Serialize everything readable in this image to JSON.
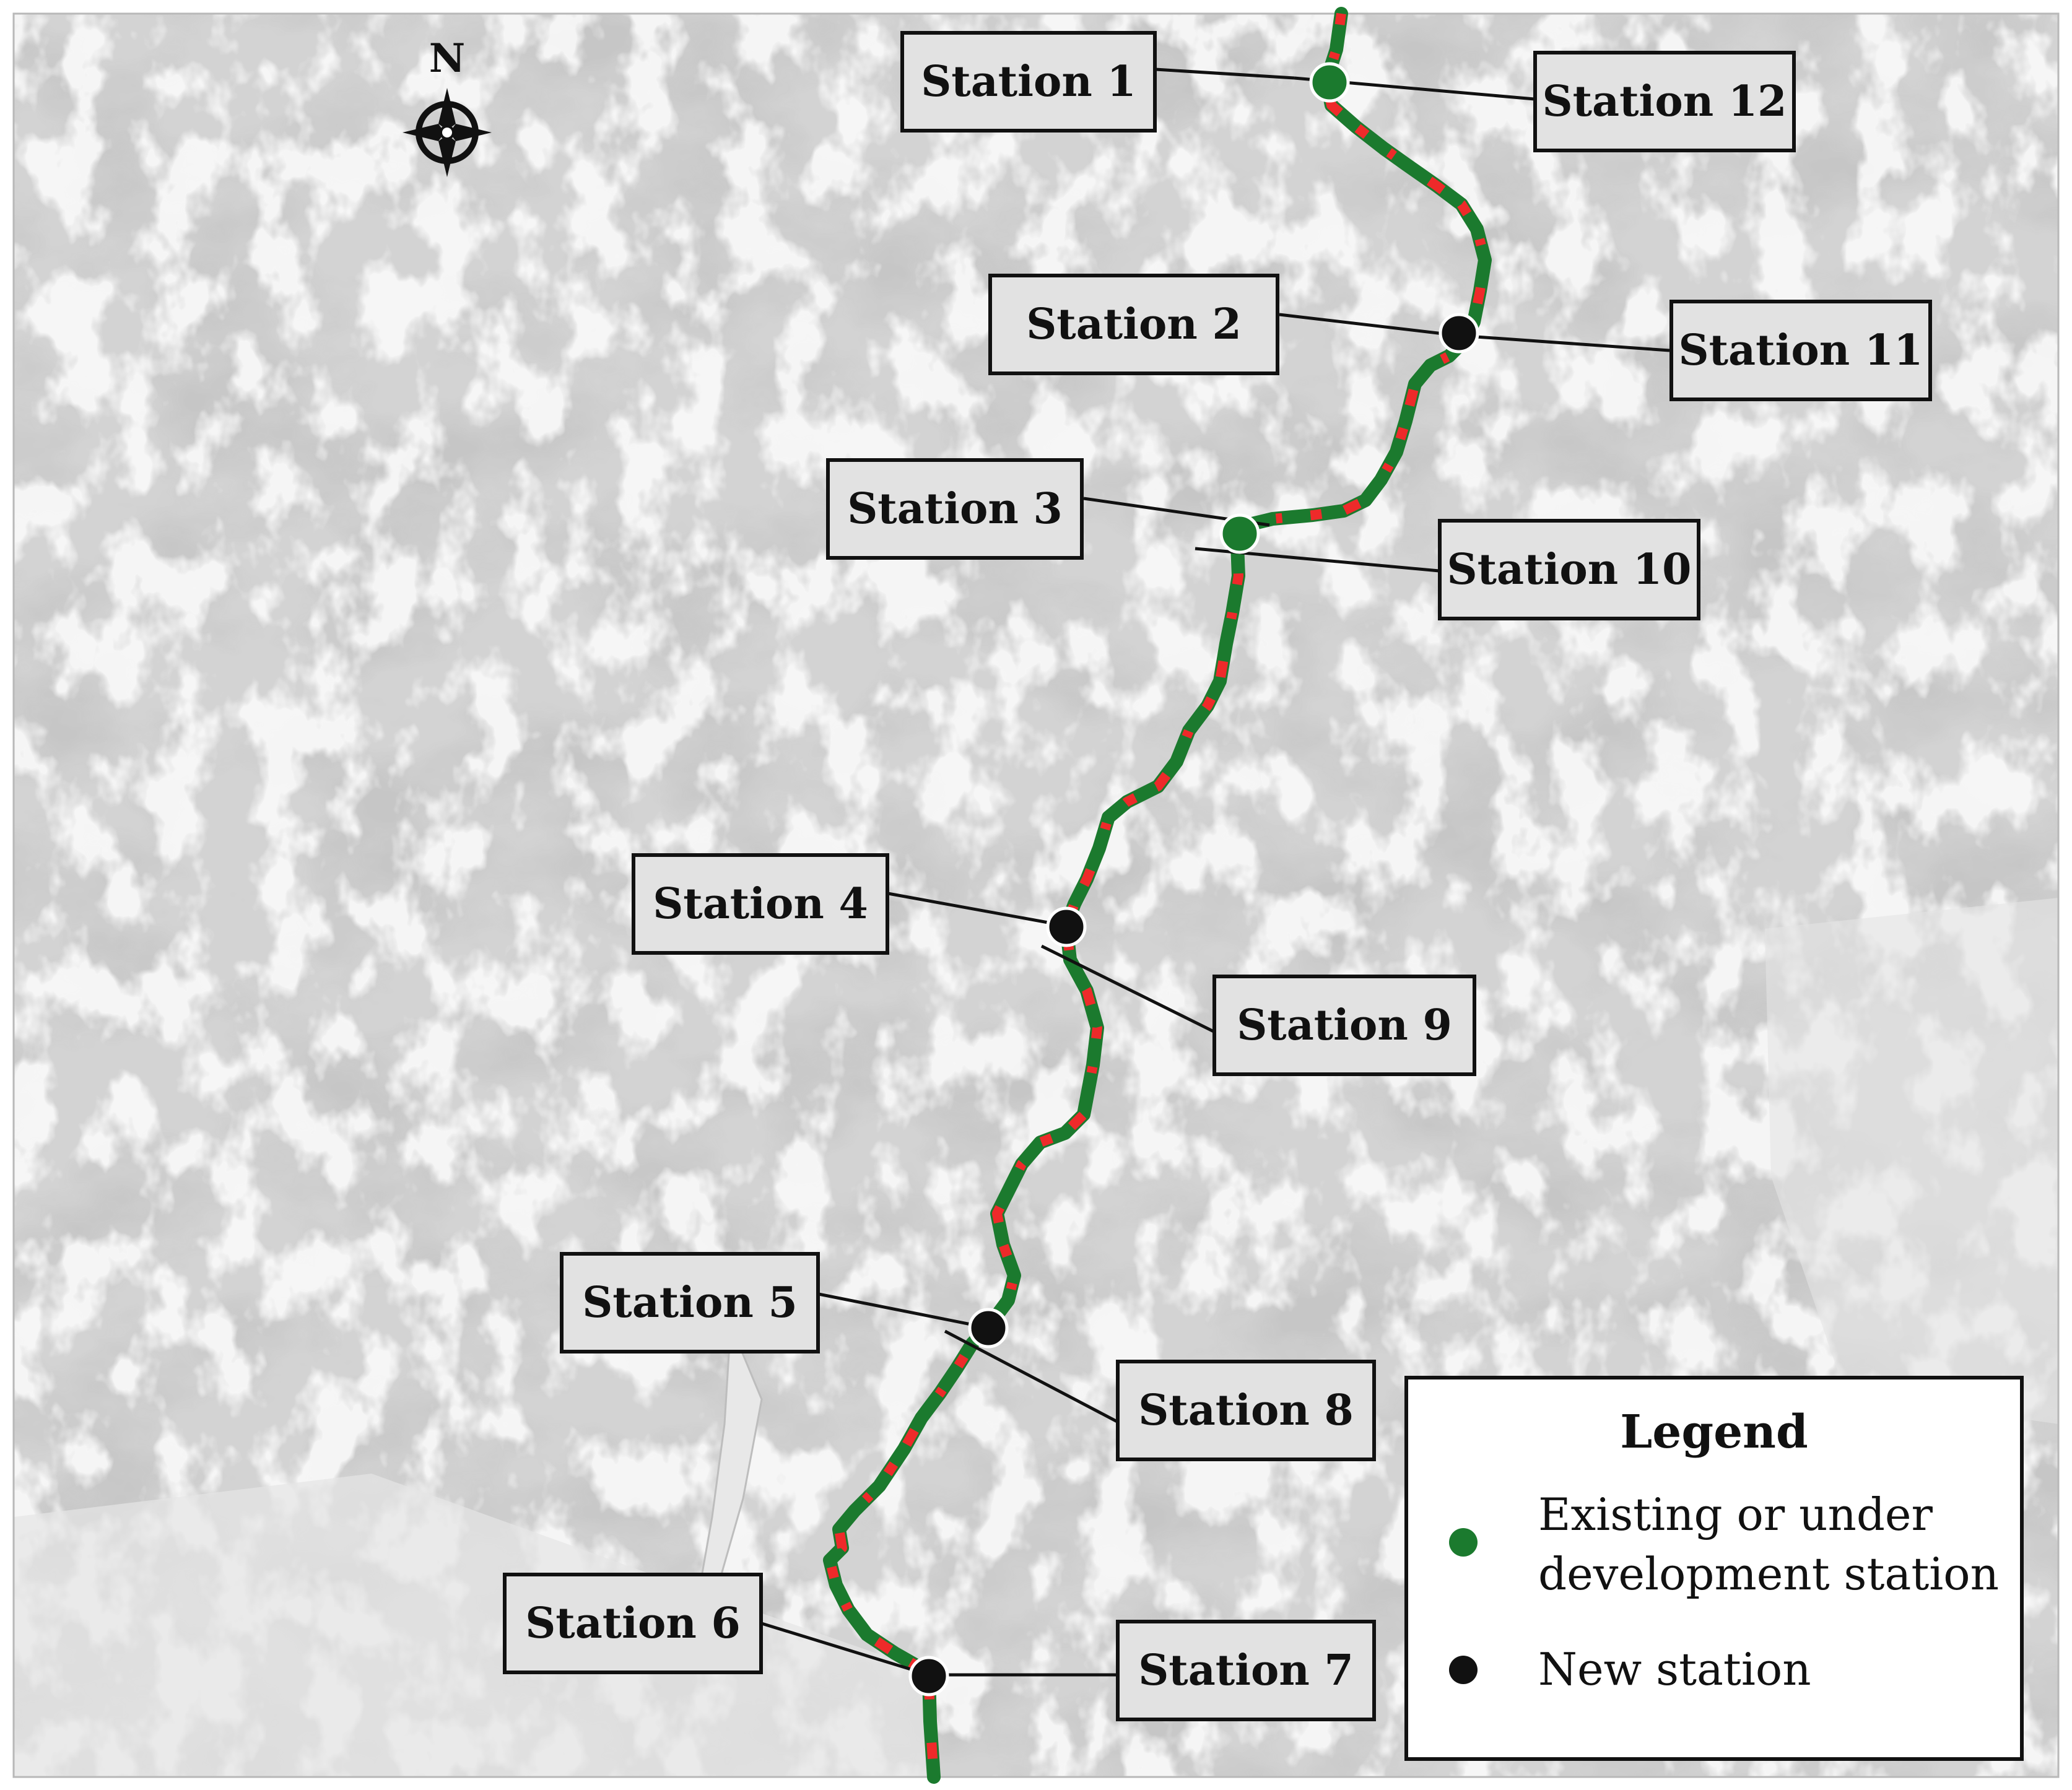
{
  "map": {
    "north_label": "N",
    "route_colors": {
      "primary": "#1b7a2e",
      "dash": "#ee2a2a"
    },
    "relief_colors": {
      "land": "#d4d4d4",
      "ridges": "#bdbdbd",
      "snow": "#f2f2f2"
    }
  },
  "stations": [
    {
      "id": 1,
      "label": "Station 1"
    },
    {
      "id": 2,
      "label": "Station 2"
    },
    {
      "id": 3,
      "label": "Station 3"
    },
    {
      "id": 4,
      "label": "Station 4"
    },
    {
      "id": 5,
      "label": "Station 5"
    },
    {
      "id": 6,
      "label": "Station 6"
    },
    {
      "id": 7,
      "label": "Station 7"
    },
    {
      "id": 8,
      "label": "Station 8"
    },
    {
      "id": 9,
      "label": "Station 9"
    },
    {
      "id": 10,
      "label": "Station 10"
    },
    {
      "id": 11,
      "label": "Station 11"
    },
    {
      "id": 12,
      "label": "Station 12"
    }
  ],
  "legend": {
    "title": "Legend",
    "existing": {
      "label": "Existing or under development station",
      "color": "#1b7a2e"
    },
    "new": {
      "label": "New station",
      "color": "#111111"
    }
  }
}
